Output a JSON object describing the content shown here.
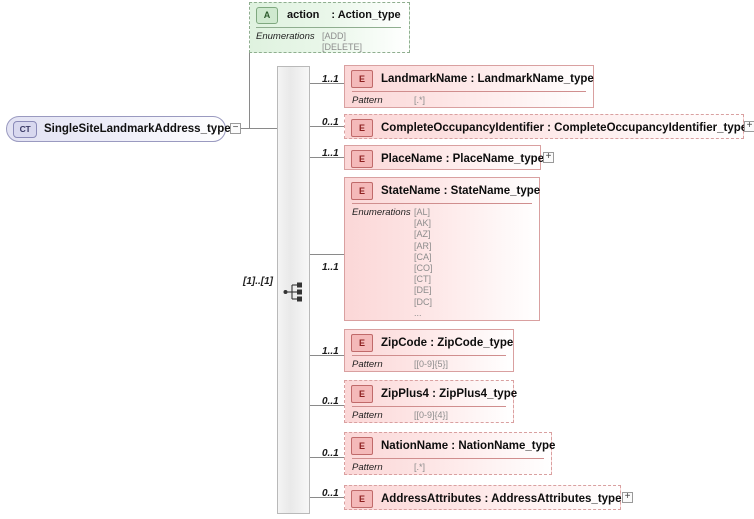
{
  "diagram": {
    "kind": "xsd-schema-diagram",
    "root": {
      "badge": "CT",
      "label": "SingleSiteLandmarkAddress_type",
      "collapse_symbol": "−"
    },
    "compositor": {
      "icon_name": "sequence-icon",
      "cardinality": "[1]..[1]"
    },
    "attribute": {
      "badge": "A",
      "name": "action",
      "type": ": Action_type",
      "facet_label": "Enumerations",
      "facet_values": "[ADD]\n[DELETE]"
    },
    "elements": [
      {
        "badge": "E",
        "label": "LandmarkName : LandmarkName_type",
        "cardinality": "1..1",
        "optional": false,
        "expand_symbol": "",
        "facet_label": "Pattern",
        "facet_values": "[.*]"
      },
      {
        "badge": "E",
        "label": "CompleteOccupancyIdentifier : CompleteOccupancyIdentifier_type",
        "cardinality": "0..1",
        "optional": true,
        "expand_symbol": "+",
        "facet_label": "",
        "facet_values": ""
      },
      {
        "badge": "E",
        "label": "PlaceName : PlaceName_type",
        "cardinality": "1..1",
        "optional": false,
        "expand_symbol": "+",
        "facet_label": "",
        "facet_values": ""
      },
      {
        "badge": "E",
        "label": "StateName : StateName_type",
        "cardinality": "1..1",
        "optional": false,
        "expand_symbol": "",
        "facet_label": "Enumerations",
        "facet_values": "[AL]\n[AK]\n[AZ]\n[AR]\n[CA]\n[CO]\n[CT]\n[DE]\n[DC]\n..."
      },
      {
        "badge": "E",
        "label": "ZipCode : ZipCode_type",
        "cardinality": "1..1",
        "optional": false,
        "expand_symbol": "",
        "facet_label": "Pattern",
        "facet_values": "[[0-9]{5}]"
      },
      {
        "badge": "E",
        "label": "ZipPlus4 : ZipPlus4_type",
        "cardinality": "0..1",
        "optional": true,
        "expand_symbol": "",
        "facet_label": "Pattern",
        "facet_values": "[[0-9]{4}]"
      },
      {
        "badge": "E",
        "label": "NationName : NationName_type",
        "cardinality": "0..1",
        "optional": true,
        "expand_symbol": "",
        "facet_label": "Pattern",
        "facet_values": "[.*]"
      },
      {
        "badge": "E",
        "label": "AddressAttributes : AddressAttributes_type",
        "cardinality": "0..1",
        "optional": true,
        "expand_symbol": "+",
        "facet_label": "",
        "facet_values": ""
      }
    ],
    "colors": {
      "element_fill": "#fbd7d7",
      "element_border": "#d9a0a0",
      "attribute_fill": "#dff2df",
      "attribute_border": "#8fae8f",
      "root_fill": "#e2e2f3",
      "root_border": "#9a9ac0",
      "line": "#8a8a8a",
      "facet_value": "#8c8c8c"
    }
  }
}
